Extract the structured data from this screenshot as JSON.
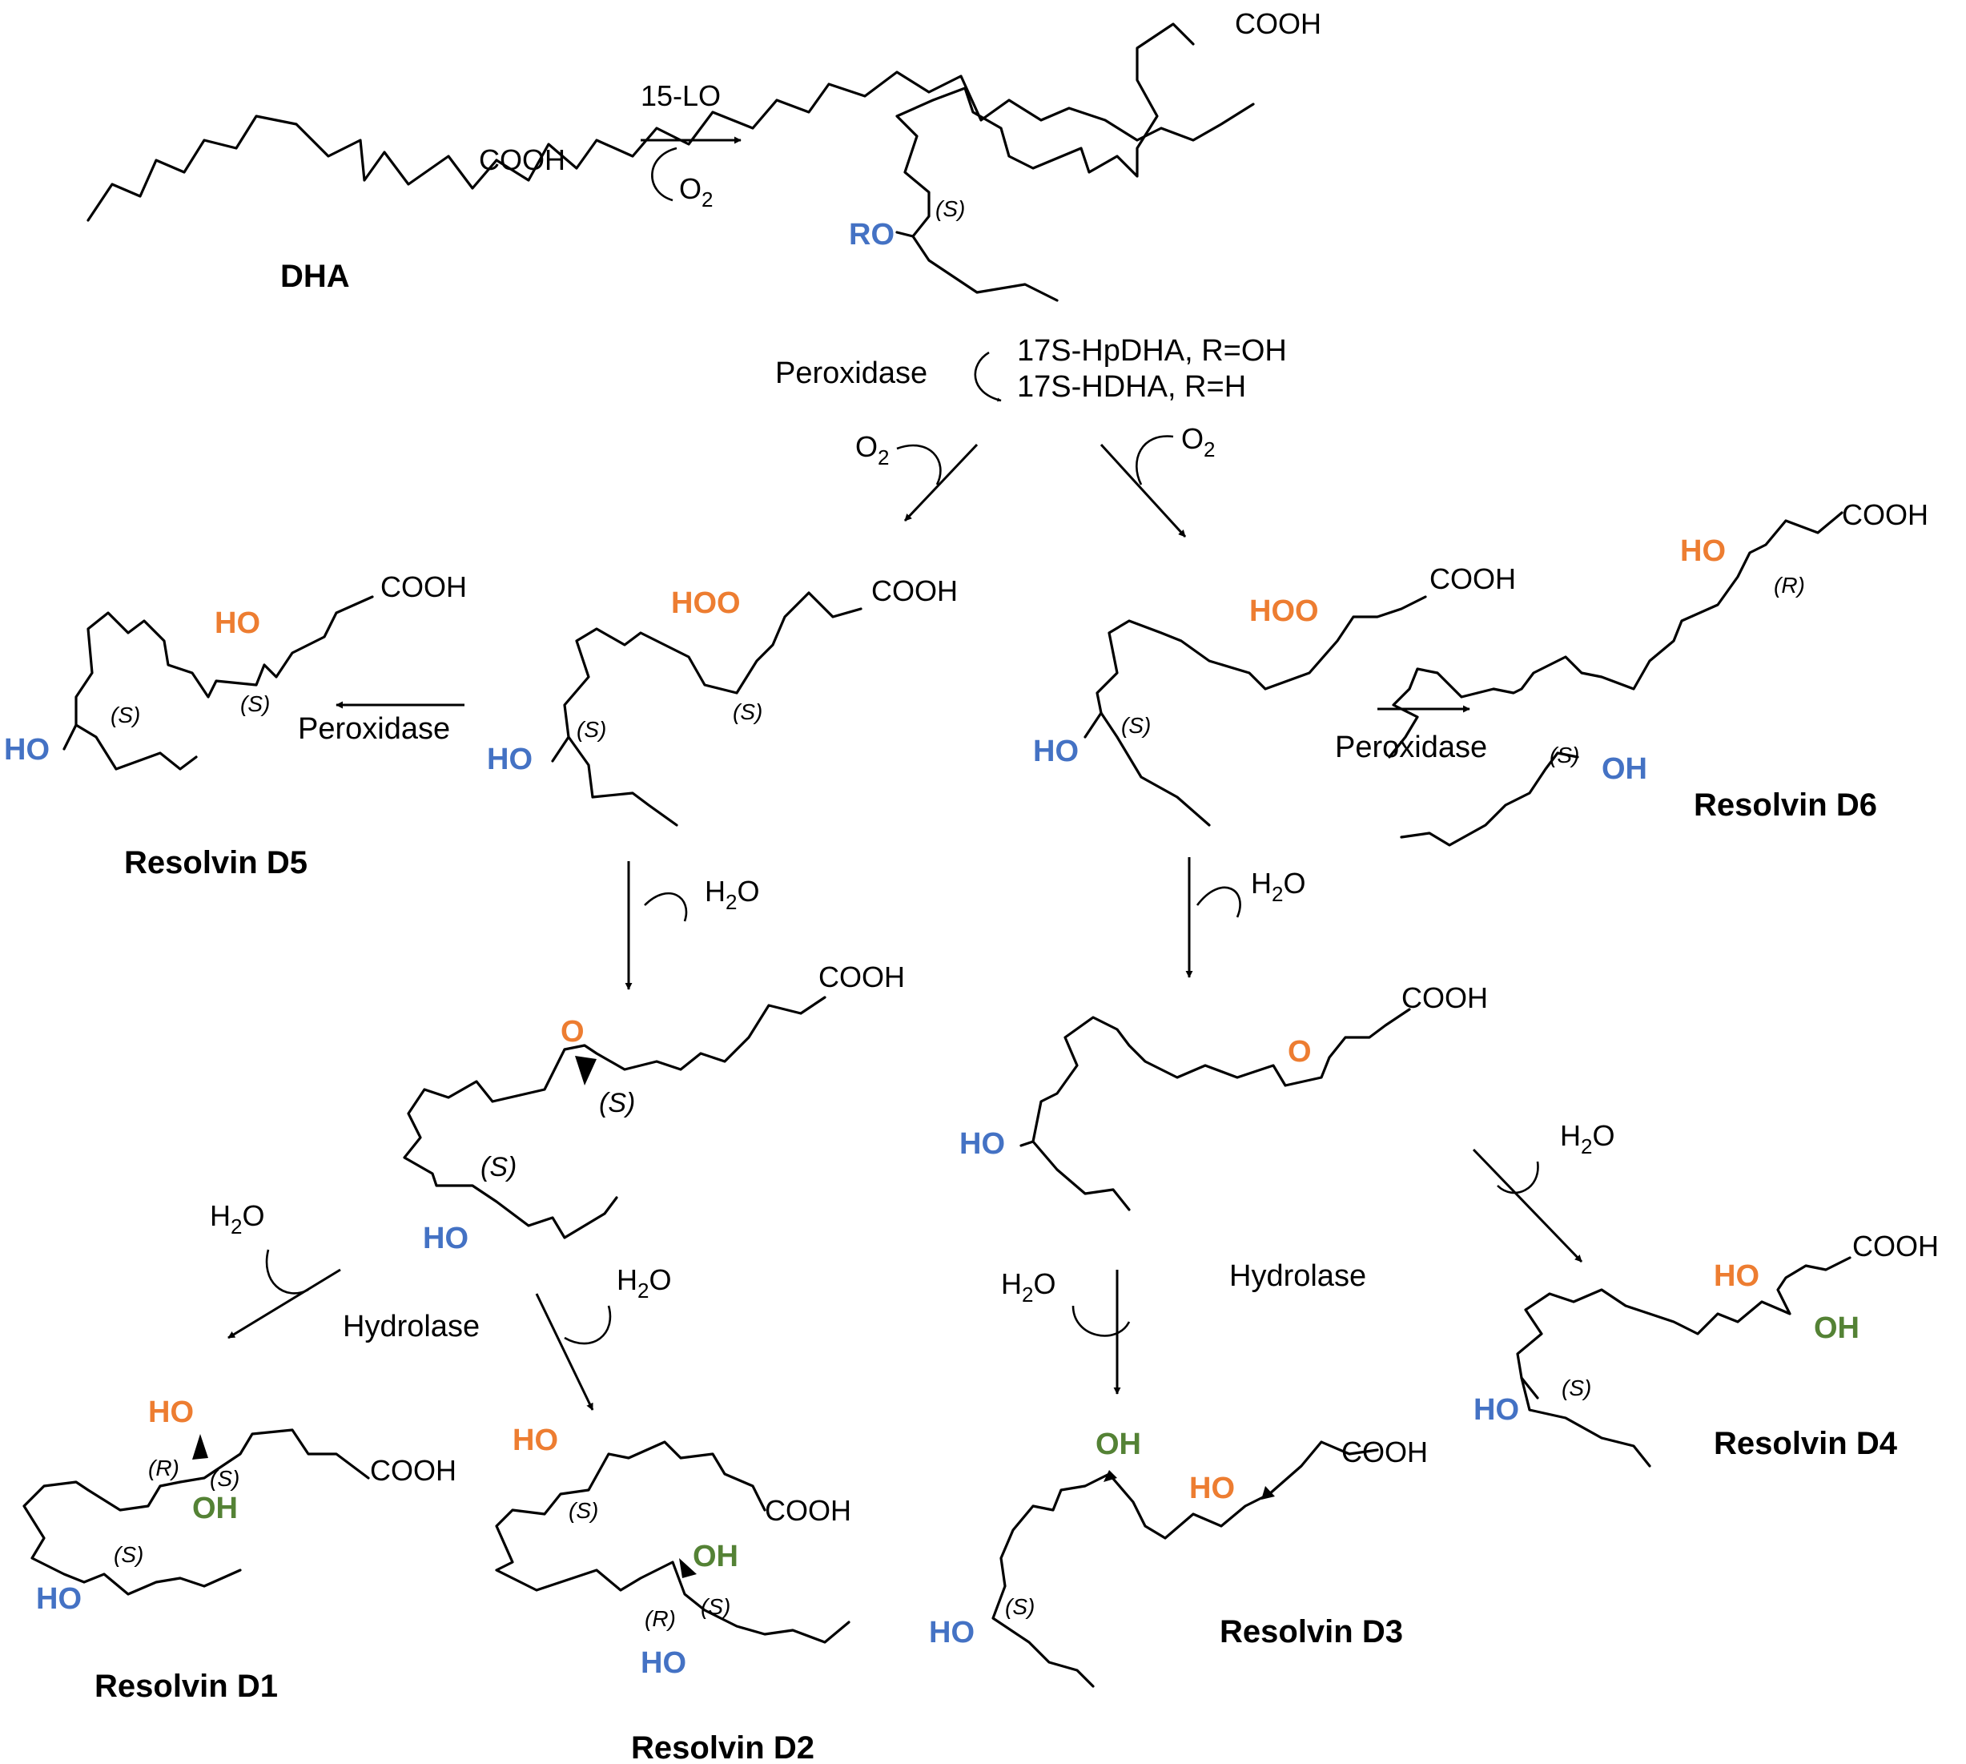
{
  "colors": {
    "blue": "#4472c4",
    "orange": "#ed7d31",
    "green": "#548235",
    "black": "#000000"
  },
  "compounds": {
    "dha": "DHA",
    "rvd1": "Resolvin D1",
    "rvd2": "Resolvin D2",
    "rvd3": "Resolvin D3",
    "rvd4": "Resolvin D4",
    "rvd5": "Resolvin D5",
    "rvd6": "Resolvin D6"
  },
  "intermediate": {
    "line1": "17S-HpDHA, R=OH",
    "line2": "17S-HDHA, R=H"
  },
  "groups": {
    "cooh": "COOH",
    "ho": "HO",
    "oh": "OH",
    "hoo": "HOO",
    "ro": "RO",
    "o": "O"
  },
  "stereo": {
    "s": "(S)",
    "r": "(R)"
  },
  "reagents": {
    "lo15": "15-LO",
    "peroxidase": "Peroxidase",
    "hydrolase": "Hydrolase",
    "o2_main": "O",
    "o2_sub": "2",
    "h2o_main1": "H",
    "h2o_sub": "2",
    "h2o_main2": "O"
  }
}
